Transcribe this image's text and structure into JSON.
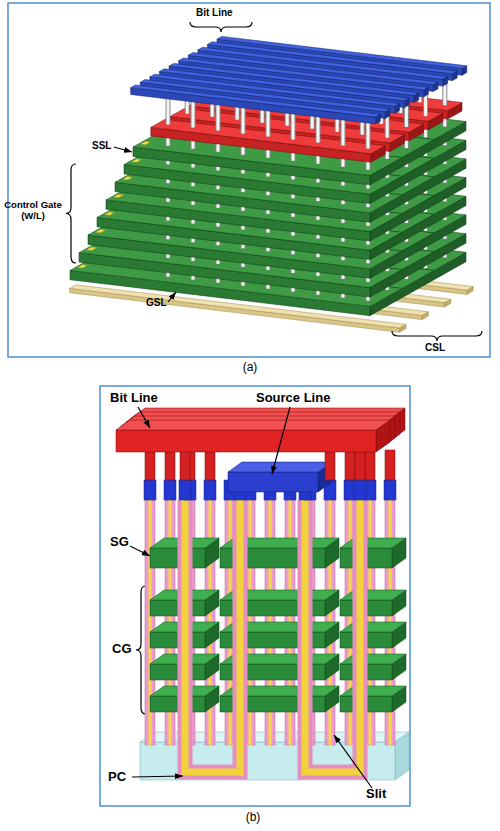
{
  "diagram": {
    "labels": [
      "Bit Line",
      "SSL",
      "Control Gate (W/L)",
      "GSL",
      "CSL",
      "(a)",
      "Bit Line",
      "Source Line",
      "SG",
      "CG",
      "PC",
      "Slit",
      "(b)"
    ]
  }
}
